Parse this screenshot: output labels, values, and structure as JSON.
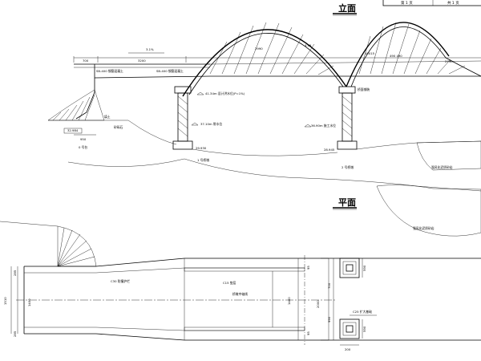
{
  "sheet": {
    "title_box": [
      "第 1 页",
      "共 1 页"
    ]
  },
  "elevation": {
    "section_title": "立面",
    "span_overall": "3.1%",
    "seg_700": "700",
    "seg_3200": "3200",
    "arch_span_left": "2990",
    "arch_top_right": "19015",
    "arch_right_span": "490 490",
    "rise_label": "4.45",
    "right_seg": "2790",
    "bridge_deck_left": "SB-400 钢筋混凝土",
    "bridge_deck_mid": "SB-400 钢筋混凝土",
    "design_water": "41.34m 设计洪水位(P=1%)",
    "normal_water": "37.10m 常水位",
    "construction_water": "36.90m 施工水位",
    "abutment_elev": "32.984",
    "abutment_label": "0 号台",
    "soil_label": "填土",
    "backfill_label": "砂砾石",
    "pier1_elev": "29.930",
    "pier1_label": "1 号桥墩",
    "pier2_elev": "28.945",
    "pier2_label": "2 号桥墩",
    "seg_950": "950",
    "bearing_label": "桥面铺装",
    "rock_label_1": "强风化泥质砂岩"
  },
  "plan": {
    "section_title": "平面",
    "rock_label_2": "强风化泥质砂岩",
    "dim_1510": "1510",
    "dim_285_top": "285",
    "dim_285_bottom": "285",
    "dim_1400": "1400",
    "c30_label": "C30 防撞护栏",
    "c15_label": "C15 垫层",
    "center_label": "桥墩中轴线",
    "dim_1460": "1460",
    "dim_2000": "2000",
    "dim_700": "700",
    "dim_990": "990",
    "dim_590_top": "590",
    "dim_590_bottom": "590",
    "dim_200": "200",
    "c25_label": "C25 扩大基础",
    "dim_small_top": "95",
    "dim_small_bottom": "95"
  }
}
